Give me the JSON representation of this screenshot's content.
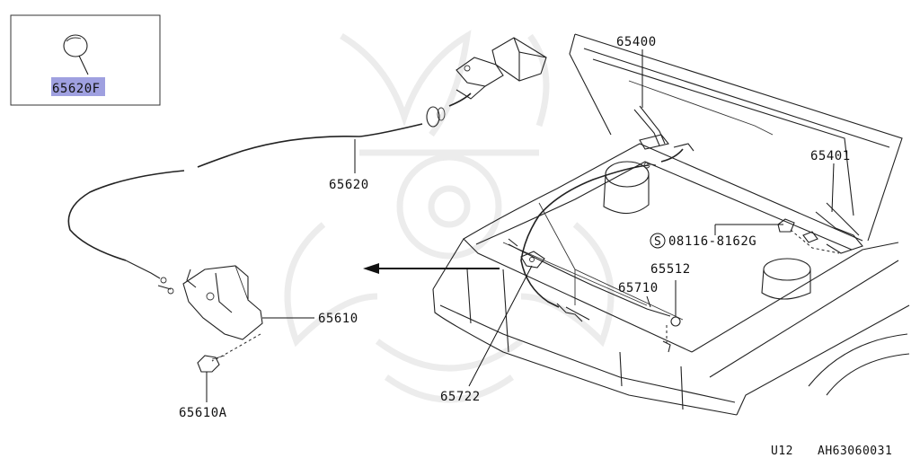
{
  "colors": {
    "highlight": "#9fa0e0",
    "line": "#222222",
    "background": "#ffffff"
  },
  "inset": {
    "part_label": "65620F"
  },
  "labels": {
    "p65400": "65400",
    "p65401": "65401",
    "p65620": "65620",
    "p65610": "65610",
    "p65610A": "65610A",
    "p65722": "65722",
    "p65710": "65710",
    "p65512": "65512",
    "s_bolt": "08116-8162G",
    "s_mark": "S"
  },
  "footer": {
    "code": "U12",
    "ref": "AH63060031"
  }
}
